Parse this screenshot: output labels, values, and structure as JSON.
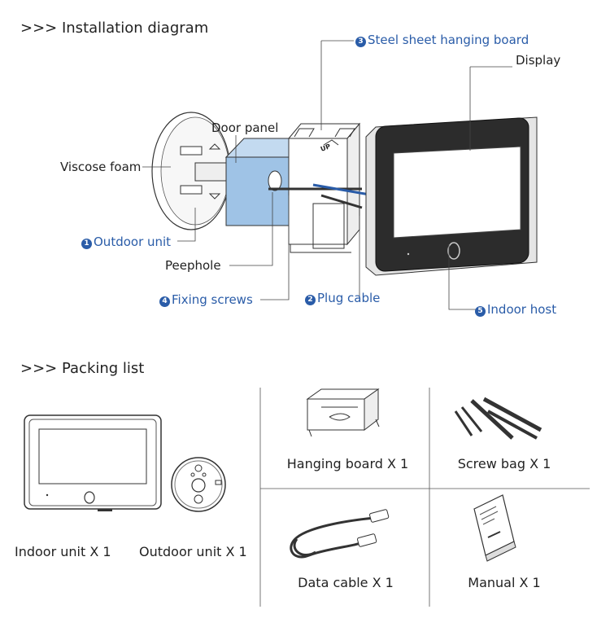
{
  "installation": {
    "title": ">>> Installation diagram",
    "labels": {
      "steel_sheet": {
        "num": "3",
        "text": "Steel sheet hanging board"
      },
      "display": "Display",
      "door_panel": "Door panel",
      "viscose_foam": "Viscose foam",
      "outdoor_unit": {
        "num": "1",
        "text": "Outdoor unit"
      },
      "peephole": "Peephole",
      "fixing_screws": {
        "num": "4",
        "text": "Fixing screws"
      },
      "plug_cable": {
        "num": "2",
        "text": "Plug cable"
      },
      "indoor_host": {
        "num": "5",
        "text": "Indoor host"
      },
      "up_mark": "UP"
    }
  },
  "packing": {
    "title": ">>> Packing list",
    "items": {
      "indoor_unit": "Indoor unit X 1",
      "outdoor_unit": "Outdoor unit X 1",
      "hanging_board": "Hanging board X 1",
      "screw_bag": "Screw bag X 1",
      "data_cable": "Data cable X 1",
      "manual": "Manual X 1"
    }
  },
  "colors": {
    "accent_blue": "#2a5ca8",
    "door_panel_fill": "#9fc3e6",
    "line": "#333333"
  }
}
